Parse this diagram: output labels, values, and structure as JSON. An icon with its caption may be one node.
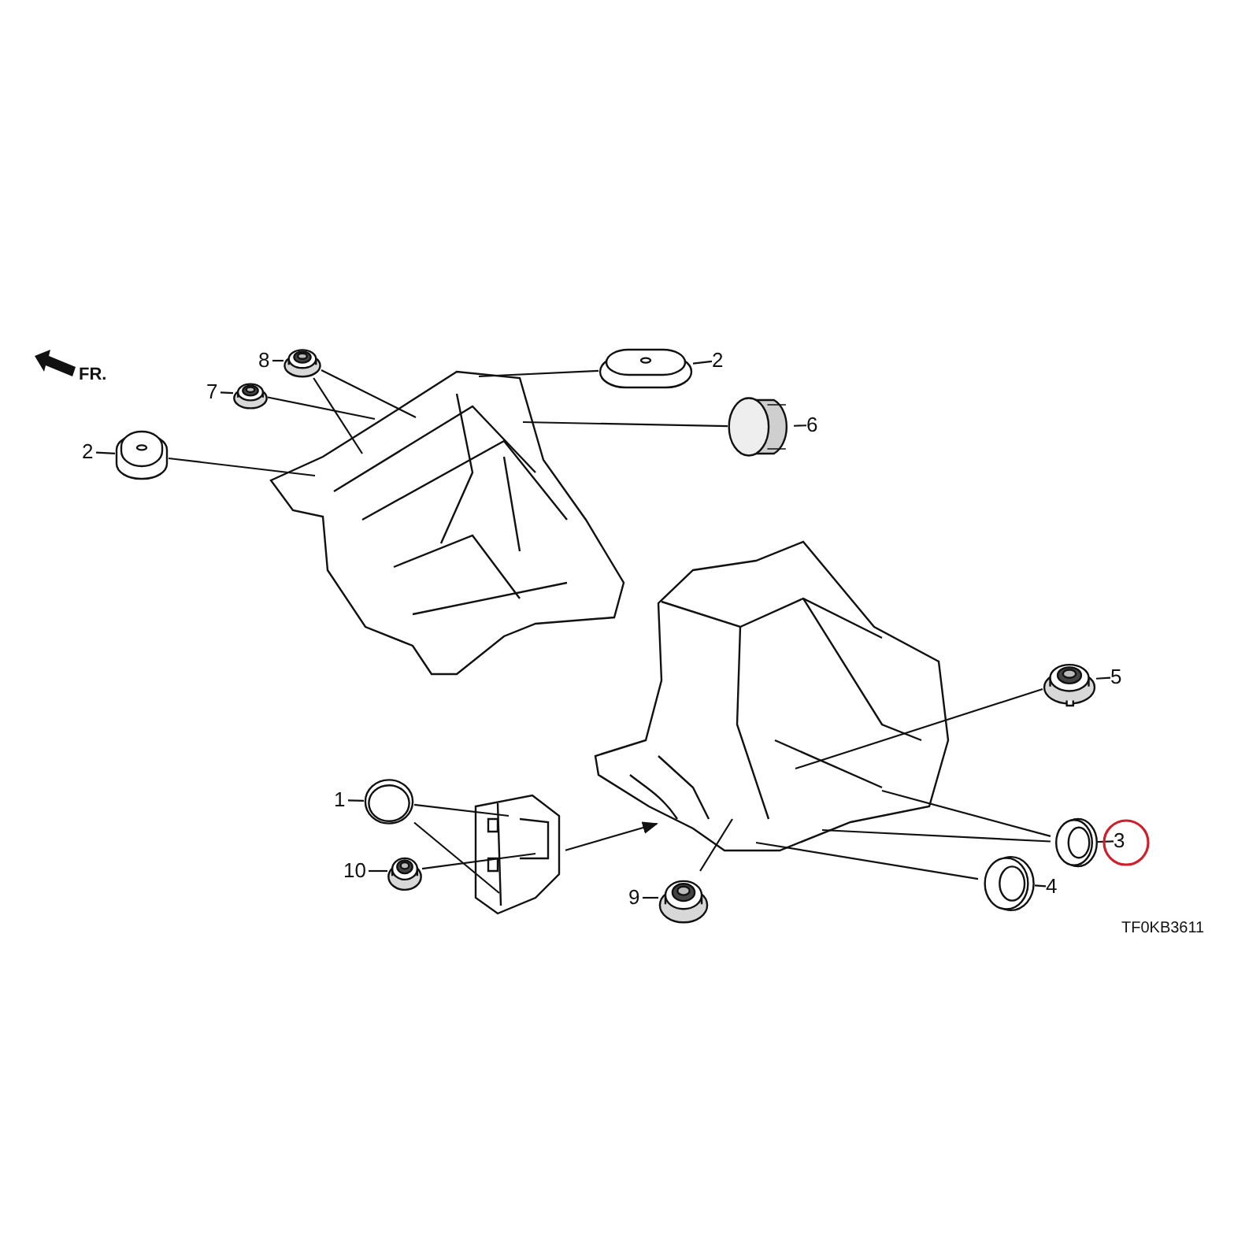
{
  "diagram": {
    "nodes": [
      {
        "text": [],
        "shape": "picture"
      },
      {
        "text": [],
        "shape": "picture"
      },
      {
        "text": [],
        "shape": "picture"
      },
      {
        "text": [
          "8"
        ]
      },
      {
        "text": [],
        "shape": "picture"
      },
      {
        "text": [
          "7"
        ]
      },
      {
        "text": [],
        "shape": "picture"
      },
      {
        "text": [
          "2"
        ]
      },
      {
        "text": [],
        "shape": "picture"
      },
      {
        "text": [],
        "shape": "picture"
      },
      {
        "text": [
          "2"
        ]
      },
      {
        "text": [],
        "shape": "picture"
      },
      {
        "text": [
          "6"
        ]
      },
      {
        "text": [],
        "shape": "picture"
      },
      {
        "text": [
          "5"
        ]
      },
      {
        "text": [],
        "shape": "picture"
      },
      {
        "text": [
          "3"
        ]
      },
      {
        "text": [
          "1"
        ]
      },
      {
        "text": [],
        "shape": "picture"
      },
      {
        "text": [
          "10"
        ]
      },
      {
        "text": [],
        "shape": "picture"
      },
      {
        "text": [
          "9"
        ]
      },
      {
        "text": [],
        "shape": "picture"
      },
      {
        "text": [],
        "shape": "picture"
      },
      {
        "text": [
          "4"
        ]
      }
    ],
    "edges": [
      {
        "from": 3,
        "to": 4,
        "arrow": "none"
      },
      {
        "from": 5,
        "to": 6,
        "arrow": "none"
      },
      {
        "from": 7,
        "to": 8,
        "arrow": "none"
      },
      {
        "from": 9,
        "to": 10,
        "arrow": "none"
      },
      {
        "from": 11,
        "to": 12,
        "arrow": "none"
      },
      {
        "from": 13,
        "to": 14,
        "arrow": "none"
      },
      {
        "from": 15,
        "to": 16,
        "arrow": "none"
      },
      {
        "from": 17,
        "to": 18,
        "arrow": "none"
      },
      {
        "from": 19,
        "to": 20,
        "arrow": "none"
      },
      {
        "from": 21,
        "to": 22,
        "arrow": "none"
      },
      {
        "from": 23,
        "to": 24,
        "arrow": "none"
      },
      {
        "from": 4,
        "to": 0,
        "arrow": "none"
      },
      {
        "from": 4,
        "to": 0,
        "arrow": "none"
      },
      {
        "from": 6,
        "to": 0,
        "arrow": "none"
      },
      {
        "from": 8,
        "to": 0,
        "arrow": "none"
      },
      {
        "from": 9,
        "to": 0,
        "arrow": "none"
      },
      {
        "from": 11,
        "to": 0,
        "arrow": "none"
      },
      {
        "from": 13,
        "to": 1,
        "arrow": "none"
      },
      {
        "from": 15,
        "to": 1,
        "arrow": "none"
      },
      {
        "from": 15,
        "to": 1,
        "arrow": "none"
      },
      {
        "from": 18,
        "to": 2,
        "arrow": "none"
      },
      {
        "from": 18,
        "to": 2,
        "arrow": "none"
      },
      {
        "from": 20,
        "to": 2,
        "arrow": "none"
      },
      {
        "from": 22,
        "to": 1,
        "arrow": "none"
      },
      {
        "from": 23,
        "to": 1,
        "arrow": "none"
      },
      {
        "from": 2,
        "to": 1,
        "arrow": "to"
      }
    ],
    "labels": [
      "FR.",
      "TF0KB3611"
    ]
  }
}
